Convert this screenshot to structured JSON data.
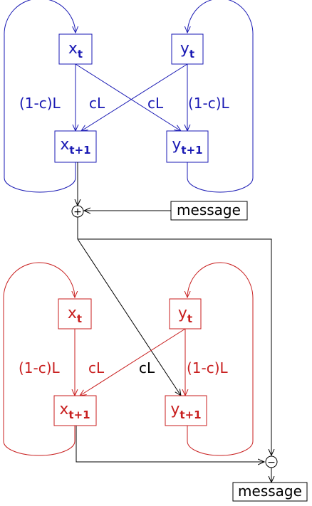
{
  "colors": {
    "top": "#1a1ab4",
    "bottom": "#c81e1e",
    "neutral": "#000000"
  },
  "top": {
    "x_t": {
      "base": "x",
      "sub": "t"
    },
    "y_t": {
      "base": "y",
      "sub": "t"
    },
    "x_t1": {
      "base": "x",
      "sub": "t+1"
    },
    "y_t1": {
      "base": "y",
      "sub": "t+1"
    },
    "edge_xx": "(1-c)L",
    "edge_xy": "cL",
    "edge_yx": "cL",
    "edge_yy": "(1-c)L"
  },
  "bottom": {
    "x_t": {
      "base": "x",
      "sub": "t"
    },
    "y_t": {
      "base": "y",
      "sub": "t"
    },
    "x_t1": {
      "base": "x",
      "sub": "t+1"
    },
    "y_t1": {
      "base": "y",
      "sub": "t+1"
    },
    "edge_xx": "(1-c)L",
    "edge_yx": "cL",
    "edge_cross": "cL",
    "edge_yy": "(1-c)L"
  },
  "message_in": "message",
  "message_out": "message",
  "plus_symbol": "+",
  "minus_symbol": "−"
}
